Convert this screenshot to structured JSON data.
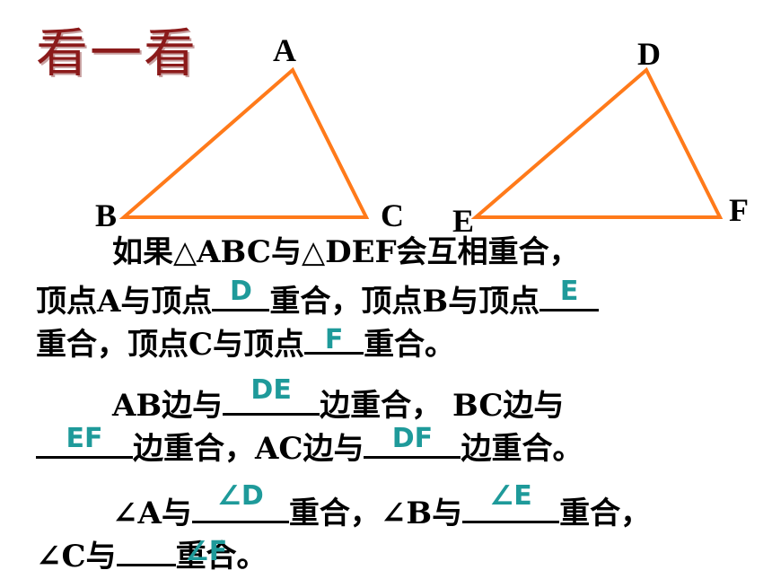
{
  "title": "看一看",
  "colors": {
    "triangle": "#ff7a1a",
    "answer": "#1e9a9a",
    "title": "#8b1a1a"
  },
  "vertices": {
    "A": "A",
    "B": "B",
    "C": "C",
    "D": "D",
    "E": "E",
    "F": "F"
  },
  "para1": {
    "line1": "如果△ABC与△DEF会互相重合，",
    "l2a": "顶点A与顶点",
    "ans1": "D",
    "l2b": "重合，顶点B与顶点",
    "ans2": "E",
    "l3a": "重合，顶点C与顶点",
    "ans3": "F",
    "l3b": "重合。"
  },
  "para2": {
    "l1a": "AB边与",
    "ans1": "DE",
    "l1b": "边重合， BC边与",
    "ans2": "EF",
    "l2a": "边重合，AC边与",
    "ans3": "DF",
    "l2b": "边重合。"
  },
  "para3": {
    "l1a": "∠A与",
    "ans1": "∠D",
    "l1b": "重合，∠B与",
    "ans2": "∠E",
    "l1c": "重合，",
    "l2a": "∠C与",
    "ans3": "∠F",
    "l2b": "重合。"
  }
}
